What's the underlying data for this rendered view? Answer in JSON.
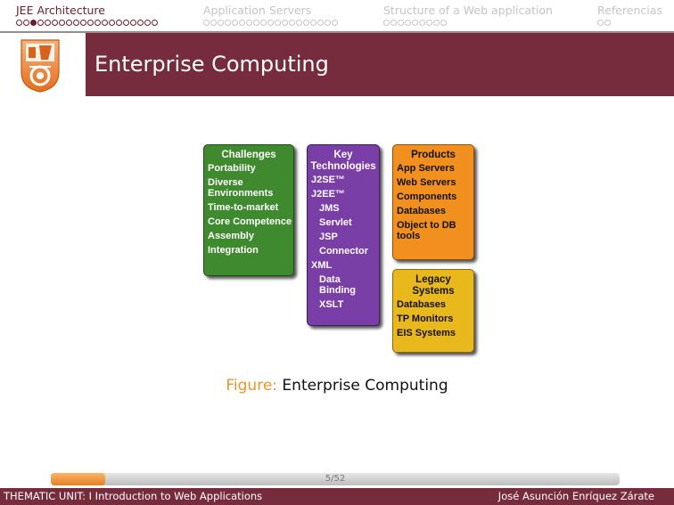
{
  "nav": {
    "sections": [
      {
        "title": "JEE Architecture",
        "dots": 20,
        "current_index": 2,
        "active": true
      },
      {
        "title": "Application Servers",
        "dots": 19,
        "current_index": -1,
        "active": false
      },
      {
        "title": "Structure of a Web application",
        "dots": 9,
        "current_index": -1,
        "active": false
      },
      {
        "title": "Referencias",
        "dots": 2,
        "current_index": -1,
        "active": false
      }
    ]
  },
  "slide": {
    "title": "Enterprise Computing",
    "logo_icon": "institution-crest-icon"
  },
  "figure": {
    "challenges": {
      "heading": "Challenges",
      "items": [
        "Portability",
        "Diverse Environments",
        "Time-to-market",
        "Core Competence",
        "Assembly",
        "Integration"
      ]
    },
    "key_technologies": {
      "heading": "Key Technologies",
      "items": [
        {
          "text": "J2SE™",
          "indent": false
        },
        {
          "text": "J2EE™",
          "indent": false
        },
        {
          "text": "JMS",
          "indent": true
        },
        {
          "text": "Servlet",
          "indent": true
        },
        {
          "text": "JSP",
          "indent": true
        },
        {
          "text": "Connector",
          "indent": true
        },
        {
          "text": "XML",
          "indent": false
        },
        {
          "text": "Data Binding",
          "indent": true
        },
        {
          "text": "XSLT",
          "indent": true
        }
      ]
    },
    "products": {
      "heading": "Products",
      "items": [
        "App Servers",
        "Web Servers",
        "Components",
        "Databases",
        "Object to DB tools"
      ]
    },
    "legacy": {
      "heading": "Legacy Systems",
      "items": [
        "Databases",
        "TP Monitors",
        "EIS Systems"
      ]
    },
    "colors": {
      "challenges": "#3f8a2e",
      "key_technologies": "#7a3fa6",
      "products": "#f2901f",
      "legacy": "#e8b81c"
    }
  },
  "caption": {
    "label": "Figure:",
    "text": "Enterprise Computing"
  },
  "progress": {
    "page": "5/52",
    "fraction": 0.0962
  },
  "footer": {
    "left": "THEMATIC UNIT: I Introduction to Web Applications",
    "right": "José Asunción Enríquez Zárate"
  },
  "theme": {
    "primary": "#772c3d",
    "accent": "#e8962a"
  }
}
